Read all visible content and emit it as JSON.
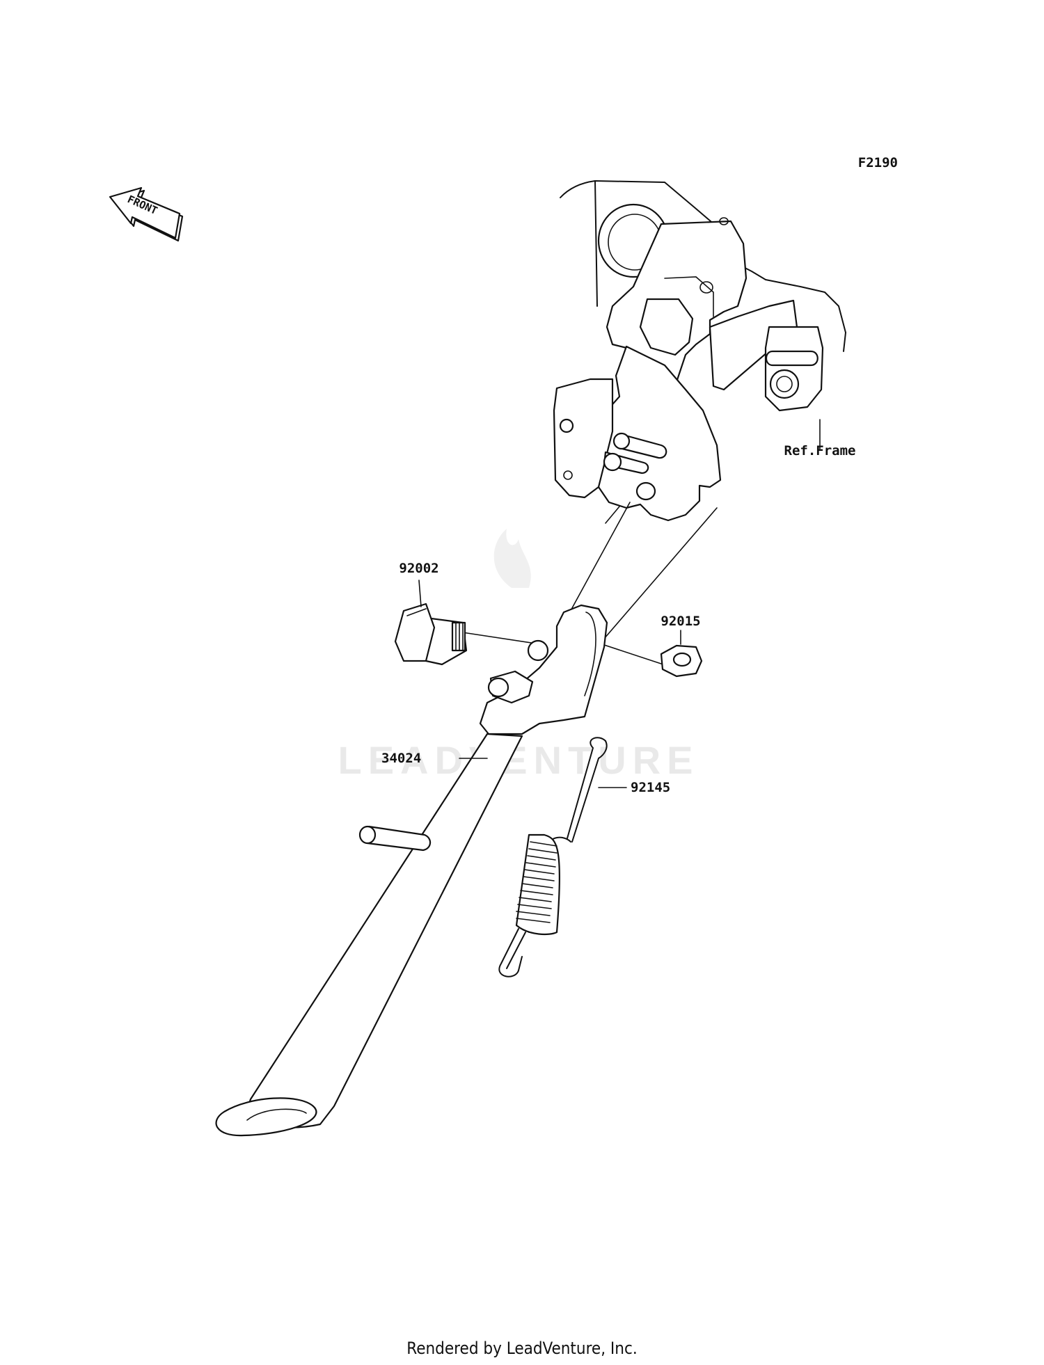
{
  "diagram_id": "F2190",
  "front_arrow_label": "FRONT",
  "watermark": "LEADVENTURE",
  "footer": "Rendered by LeadVenture, Inc.",
  "callouts": {
    "bolt": "92002",
    "nut": "92015",
    "stand": "34024",
    "spring": "92145",
    "frame": "Ref.Frame"
  }
}
